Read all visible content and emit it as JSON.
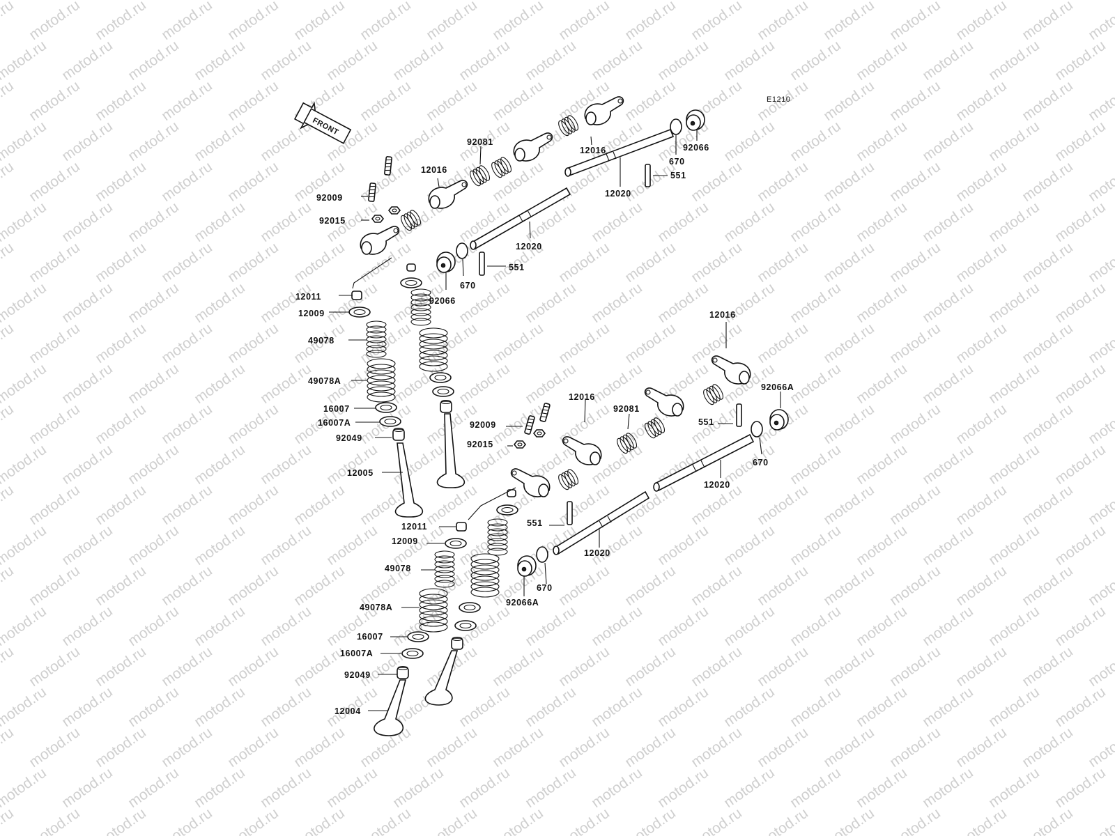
{
  "diagram": {
    "ref_code": "E1210",
    "front_label": "FRONT",
    "watermark": "motod.ru",
    "labels": {
      "l92081_top": "92081",
      "l12016_top_a": "12016",
      "l12016_top_b": "12016",
      "l92066_top": "92066",
      "l670_top": "670",
      "l551_top": "551",
      "l12020_top_a": "12020",
      "l12020_top_b": "12020",
      "l551_top_b": "551",
      "l670_top_b": "670",
      "l92066_top_b": "92066",
      "l92009_top": "92009",
      "l92015_top": "92015",
      "l12011_top": "12011",
      "l12009_top": "12009",
      "l49078_top": "49078",
      "l49078A_top": "49078A",
      "l16007_top": "16007",
      "l16007A_top": "16007A",
      "l92049_top": "92049",
      "l12005": "12005",
      "l12016_bot_r": "12016",
      "l92066A_bot_r": "92066A",
      "l12016_bot_m": "12016",
      "l92081_bot": "92081",
      "l551_bot_r": "551",
      "l670_bot_r": "670",
      "l12020_bot_r": "12020",
      "l92009_bot": "92009",
      "l92015_bot": "92015",
      "l551_bot_l": "551",
      "l12011_bot": "12011",
      "l12020_bot_l": "12020",
      "l12009_bot": "12009",
      "l49078_bot": "49078",
      "l670_bot_l": "670",
      "l92066A_bot_l": "92066A",
      "l49078A_bot": "49078A",
      "l16007_bot": "16007",
      "l16007A_bot": "16007A",
      "l92049_bot": "92049",
      "l12004": "12004"
    }
  }
}
